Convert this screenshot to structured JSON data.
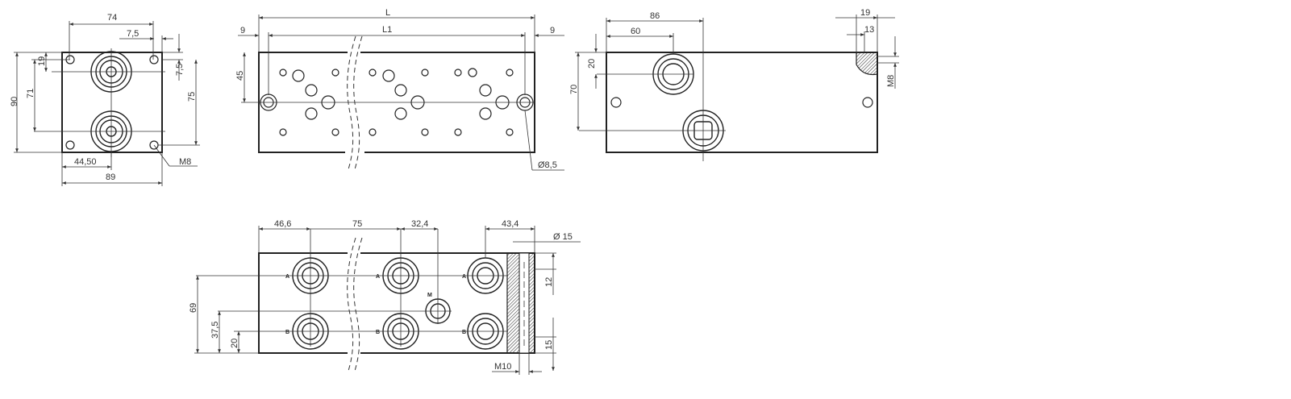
{
  "views": {
    "end_view": {
      "dims": {
        "width_top": "74",
        "offset_top": "7,5",
        "height_total": "90",
        "height_inner": "71",
        "top_offset": "19",
        "right_offset": "7,5",
        "right_height": "75",
        "bottom_half": "44,50",
        "bottom_total": "89",
        "thread": "M8"
      }
    },
    "top_view": {
      "dims": {
        "length": "L",
        "length_inner": "L1",
        "left_margin": "9",
        "right_margin": "9",
        "hole_height": "45",
        "hole_dia": "Ø8,5"
      }
    },
    "side_view": {
      "dims": {
        "width_86": "86",
        "width_60": "60",
        "height_70": "70",
        "height_20": "20",
        "top_19": "19",
        "top_13": "13",
        "thread": "M8"
      }
    },
    "front_view": {
      "dims": {
        "first": "46,6",
        "pitch": "75",
        "gauge_offset": "32,4",
        "end": "43,4",
        "bore_dia": "Ø 15",
        "height_69": "69",
        "height_37_5": "37,5",
        "height_20": "20",
        "right_12": "12",
        "right_15": "15",
        "thread": "M10"
      },
      "port_labels": {
        "a": "A",
        "b": "B",
        "m": "M"
      }
    }
  },
  "colors": {
    "line": "#222222",
    "background": "#ffffff"
  }
}
